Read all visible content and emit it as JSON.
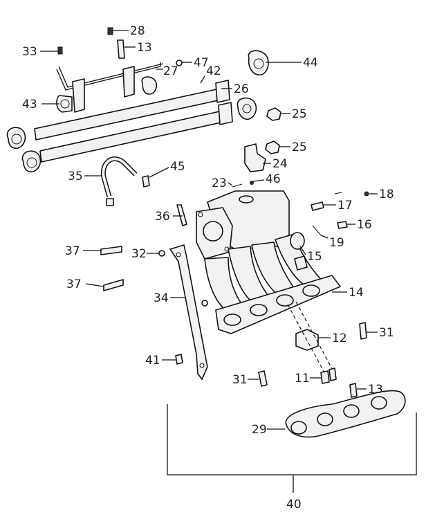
{
  "diagram": {
    "callouts": {
      "n28": "28",
      "n13a": "13",
      "n33": "33",
      "n27": "27",
      "n47": "47",
      "n42": "42",
      "n44": "44",
      "n43": "43",
      "n26": "26",
      "n25a": "25",
      "n25b": "25",
      "n24": "24",
      "n35": "35",
      "n45": "45",
      "n23": "23",
      "n46": "46",
      "n18": "18",
      "n17": "17",
      "n36": "36",
      "n16": "16",
      "n19": "19",
      "n15": "15",
      "n37a": "37",
      "n32": "32",
      "n37b": "37",
      "n34": "34",
      "n14": "14",
      "n12": "12",
      "n31a": "31",
      "n41": "41",
      "n31b": "31",
      "n11": "11",
      "n13b": "13",
      "n29": "29",
      "n40": "40"
    }
  }
}
